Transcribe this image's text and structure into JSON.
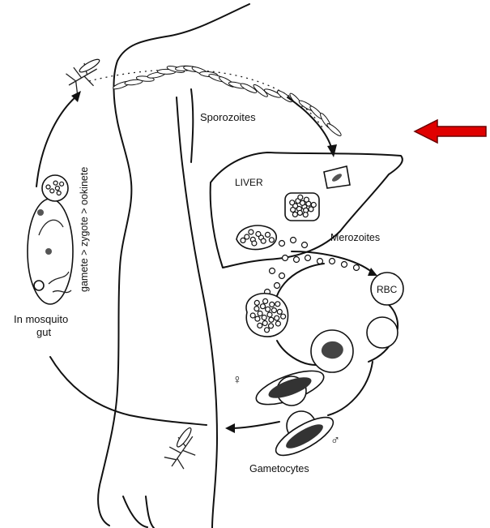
{
  "labels": {
    "sporozoites": "Sporozoites",
    "liver": "LIVER",
    "merozoites": "Merozoites",
    "rbc": "RBC",
    "gametocytes": "Gametocytes",
    "mosquito_gut_line1": "In mosquito",
    "mosquito_gut_line2": "gut",
    "mosquito_stages": "gamete > zygote > ookinete",
    "female_symbol": "♀",
    "male_symbol": "♂"
  },
  "colors": {
    "pointer_arrow": "#e00000",
    "line": "#111111"
  },
  "icons": [
    "pointer-arrow-icon",
    "mosquito-icon",
    "sporozoite-icon",
    "female-symbol-icon",
    "male-symbol-icon"
  ]
}
